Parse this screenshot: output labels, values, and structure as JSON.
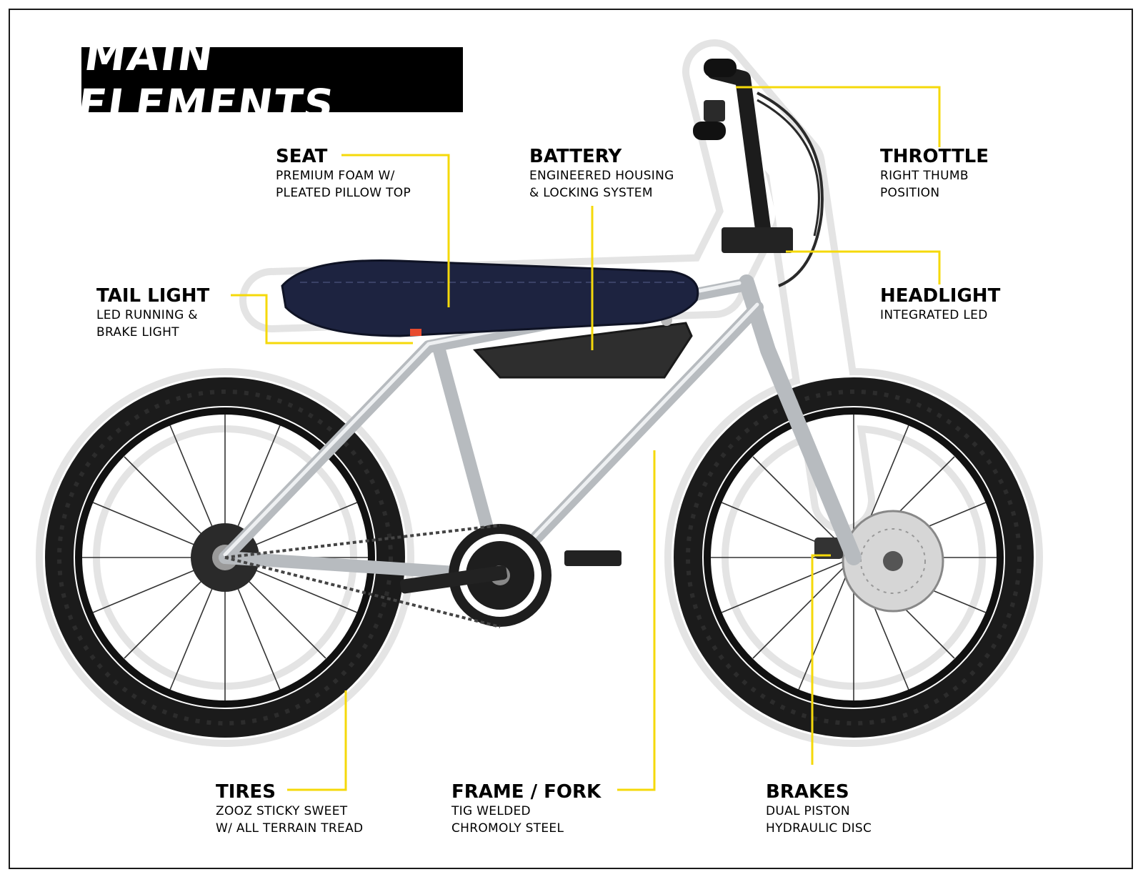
{
  "title": "MAIN ELEMENTS",
  "colors": {
    "accent": "#f5d90a",
    "chrome": "#b7bbbf",
    "navy": "#1d2340",
    "tire": "#1b1b1b"
  },
  "callouts": {
    "seat": {
      "title": "SEAT",
      "line1": "PREMIUM FOAM W/",
      "line2": "PLEATED PILLOW TOP"
    },
    "battery": {
      "title": "BATTERY",
      "line1": "ENGINEERED HOUSING",
      "line2": "& LOCKING SYSTEM"
    },
    "throttle": {
      "title": "THROTTLE",
      "line1": "RIGHT THUMB",
      "line2": "POSITION"
    },
    "tail_light": {
      "title": "TAIL LIGHT",
      "line1": "LED RUNNING &",
      "line2": "BRAKE LIGHT"
    },
    "headlight": {
      "title": "HEADLIGHT",
      "line1": "INTEGRATED LED"
    },
    "tires": {
      "title": "TIRES",
      "line1": "ZOOZ STICKY SWEET",
      "line2": "W/ ALL TERRAIN TREAD"
    },
    "frame_fork": {
      "title": "FRAME / FORK",
      "line1": "TIG WELDED",
      "line2": "CHROMOLY STEEL"
    },
    "brakes": {
      "title": "BRAKES",
      "line1": "DUAL PISTON",
      "line2": "HYDRAULIC DISC"
    }
  }
}
